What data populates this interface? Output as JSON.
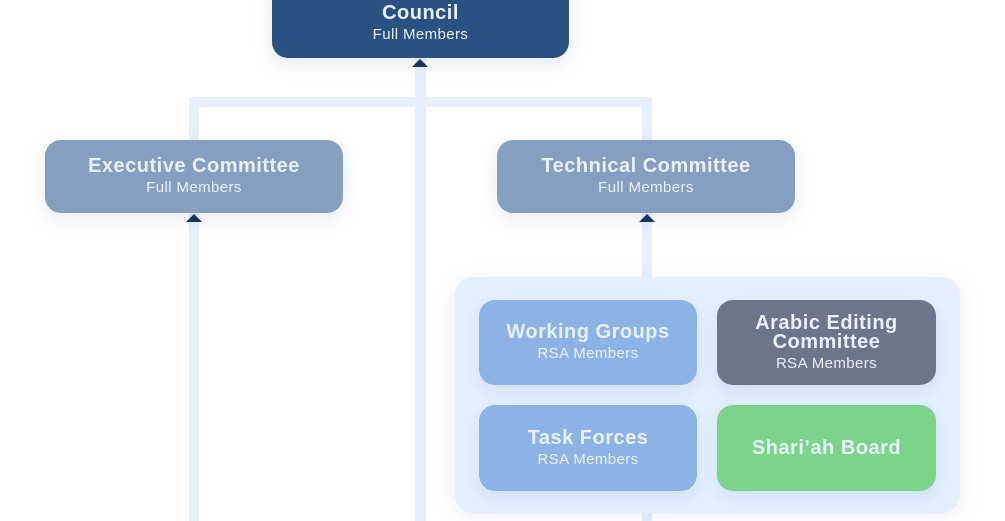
{
  "council": {
    "title": "Council",
    "subtitle": "Full Members"
  },
  "executive": {
    "title": "Executive Committee",
    "subtitle": "Full Members"
  },
  "technical": {
    "title": "Technical Committee",
    "subtitle": "Full Members"
  },
  "groups": [
    {
      "title": "Working Groups",
      "subtitle": "RSA Members"
    },
    {
      "title": "Arabic Editing Committee",
      "subtitle": "RSA Members"
    },
    {
      "title": "Task Forces",
      "subtitle": "RSA Members"
    },
    {
      "title": "Shari’ah Board"
    }
  ],
  "colors": {
    "council": "#2a5281",
    "committee": "#849fbf",
    "group": "#8cb2e6",
    "arabic": "#6b768b",
    "shariah": "#7cd48b",
    "connector": "#e6f0fc",
    "arrow": "#1b355a"
  }
}
